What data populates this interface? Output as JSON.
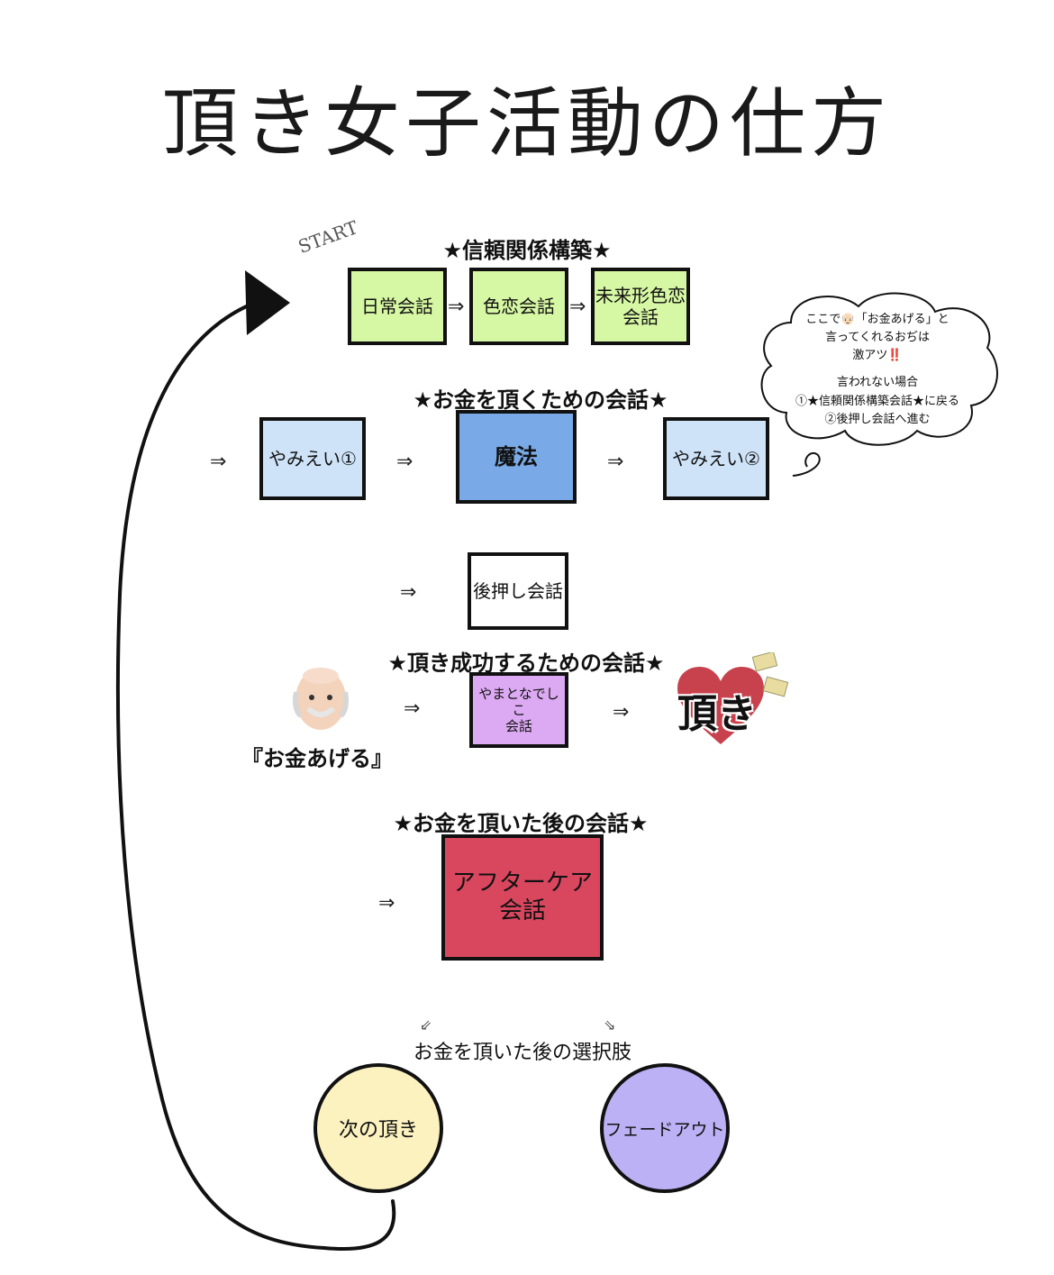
{
  "title": "頂き女子活動の仕方",
  "start_label": "START",
  "sections": {
    "trust": "★信頼関係構築★",
    "money": "★お金を頂くための会話★",
    "success": "★頂き成功するための会話★",
    "after": "★お金を頂いた後の会話★"
  },
  "arrow_glyph": "⇒",
  "boxes": {
    "daily": "日常会話",
    "romance": "色恋会話",
    "future": "未来形色恋\n会話",
    "yamie1": "やみえい①",
    "magic": "魔法",
    "yamie2": "やみえい②",
    "push": "後押し会話",
    "yamato": "やまとなでしこ\n会話",
    "aftercare": "アフターケア\n会話"
  },
  "old_man_quote": "『お金あげる』",
  "itadaki_sticker": "頂き",
  "choice_label": "お金を頂いた後の選択肢",
  "choices": {
    "next": "次の頂き",
    "fadeout": "フェードアウト"
  },
  "thought_bubble": {
    "line1": "ここで👴🏻「お金あげる」と",
    "line2": "言ってくれるおぢは",
    "line3": "激アツ",
    "line3_mark": "‼️",
    "line4": "言われない場合",
    "line5": "①★信頼関係構築会話★に戻る",
    "line6": "②後押し会話へ進む"
  },
  "colors": {
    "green": "#d6f7a3",
    "light_blue": "#cfe3f8",
    "blue": "#79a9e6",
    "purple": "#dcaaf2",
    "red": "#d9475f",
    "yellow": "#fcf2c0",
    "lavender": "#bcb1f5"
  }
}
